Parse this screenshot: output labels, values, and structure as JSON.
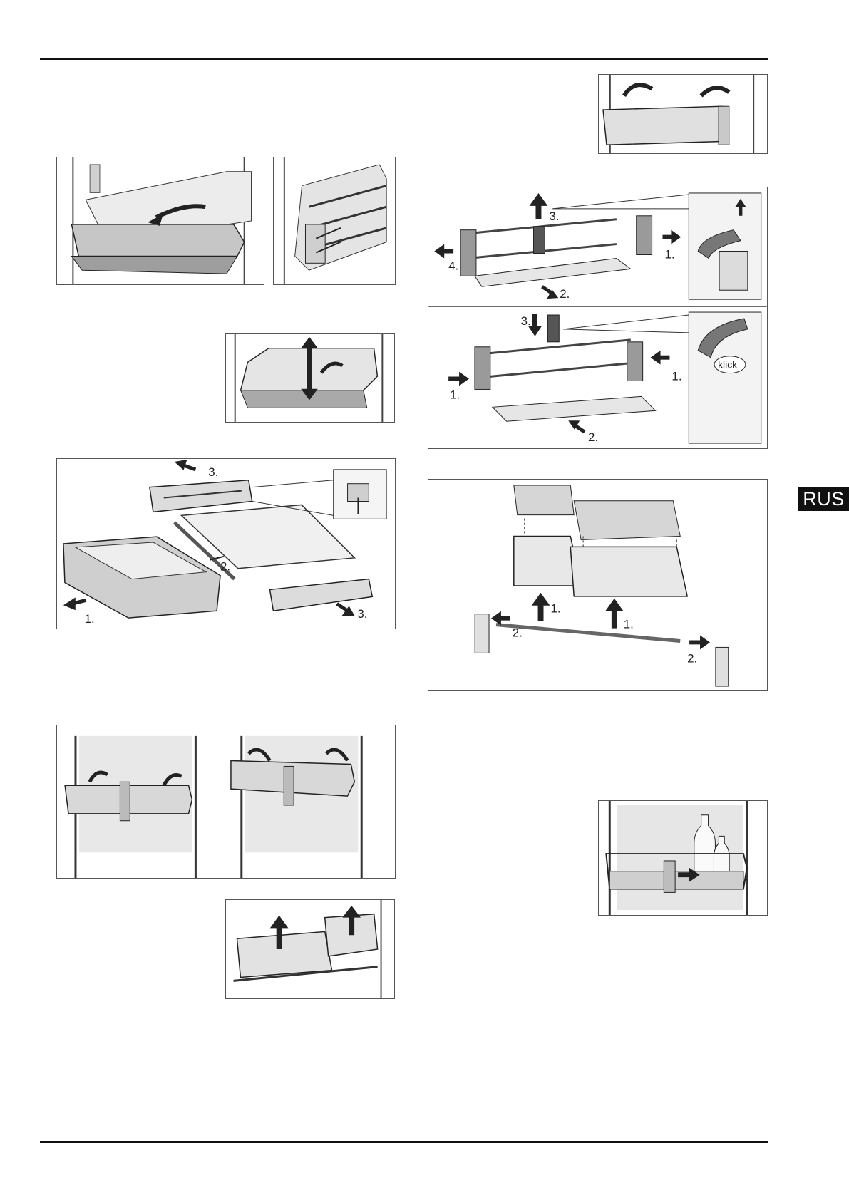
{
  "side_tab": {
    "label": "RUS"
  },
  "figures": {
    "shelf_removal": {
      "steps": [
        "1.",
        "2.",
        "3.",
        "4."
      ],
      "callout_steps": [
        "1.",
        "2.",
        "3."
      ]
    },
    "crisper_removal": {
      "steps": [
        "1.",
        "2.",
        "3.",
        "3."
      ]
    },
    "door_rack": {
      "steps": [
        "1.",
        "1.",
        "2.",
        "2."
      ]
    },
    "rail_insert": {
      "klick": "klick"
    }
  },
  "colors": {
    "line": "#333333",
    "fill_light": "#e6e6e6",
    "fill_mid": "#bdbdbd",
    "fill_dark": "#6e6e6e",
    "arrow": "#222222"
  }
}
